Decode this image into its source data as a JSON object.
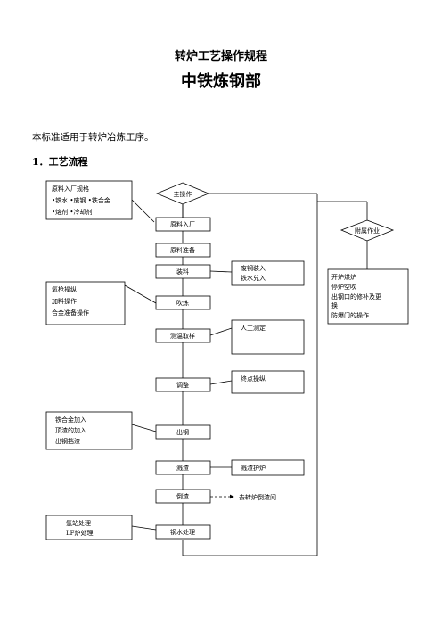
{
  "header": {
    "title": "转炉工艺操作规程",
    "subtitle": "中铁炼钢部"
  },
  "intro": "本标准适用于转炉冶炼工序。",
  "section_heading": "1．工艺流程",
  "flowchart": {
    "main_start": "主操作",
    "aux_start": "附属作业",
    "steps": [
      "原料入厂",
      "原料准备",
      "装料",
      "吹炼",
      "测温取样",
      "调整",
      "出钢",
      "溅渣",
      "倒渣",
      "钢水处理"
    ],
    "left_notes": {
      "raw_material": [
        "原料入厂规格",
        "•铁水  •废钢  •铁合金",
        "•熔剂  •冷却剂"
      ],
      "blowing": [
        "氧枪操纵",
        "加料操作",
        "合金准备操作"
      ],
      "tapping": [
        "铁合金加入",
        "顶渣的加入",
        "出钢挡渣"
      ],
      "treatment": [
        "氩站处理",
        "LF炉处理"
      ]
    },
    "right_notes": {
      "charging": [
        "废钢装入",
        "铁水兑入"
      ],
      "sampling": [
        "人工测定"
      ],
      "adjust": [
        "终点操纵"
      ],
      "splash": "溅渣护炉",
      "slag": "去转炉倒渣间"
    },
    "aux_notes": [
      "开炉烘炉",
      "停炉空吹",
      "出钢口的修补及更",
      "换",
      "防爆门的操作"
    ]
  }
}
